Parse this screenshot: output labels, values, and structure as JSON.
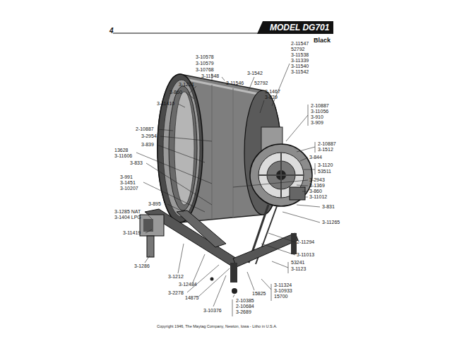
{
  "diagram": {
    "title": "MODEL DG701",
    "caption": "Copyright 1946, The Maytag Company, Newton, Iowa - Litho in U.S.A.",
    "labels": [
      "4",
      "Black",
      "3-10578",
      "3-10579",
      "3-10768",
      "3-11548",
      "3-1221",
      "3-1542",
      "2-11547",
      "52792",
      "3-11538",
      "3-11339",
      "3-11540",
      "3-11542",
      "3-11546",
      "52792",
      "3-1467",
      "3-839",
      "3-860",
      "3-11410",
      "2-10887",
      "3-11056",
      "3-910",
      "3-909",
      "2-10887",
      "3-2954",
      "3-839",
      "13628",
      "3-11606",
      "3-833",
      "2-10887",
      "3-1512",
      "3-844",
      "3-1120",
      "53511",
      "3-991",
      "3-1451",
      "3-10207",
      "3-2943",
      "3-1369",
      "3-860",
      "3-11012",
      "3-895",
      "3-831",
      "3-1285 NAT",
      "3-1404 LPG",
      "3-11265",
      "3-11419",
      "2-11294",
      "3-1286",
      "3-11013",
      "53241",
      "3-1123",
      "3-1212",
      "3-12484",
      "3-11324",
      "3-10933",
      "15700",
      "2-10385",
      "2-10684",
      "3-2689",
      "15825",
      "14875",
      "3-2278",
      "3-10376"
    ]
  }
}
